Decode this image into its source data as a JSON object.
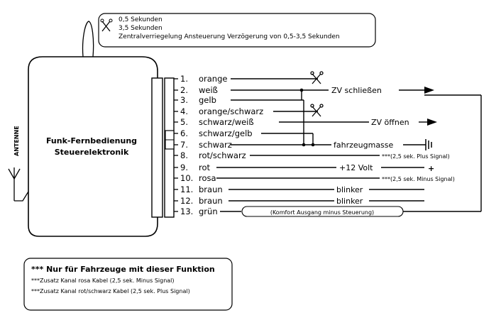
{
  "top_note": {
    "line1": "0,5 Sekunden",
    "line2": "3,5 Sekunden",
    "line3": "Zentralverriegelung Ansteuerung Verzögerung von 0,5-3,5 Sekunden"
  },
  "module": {
    "title_line1": "Funk-Fernbedienung",
    "title_line2": "Steuerelektronik",
    "antenna_label": "ANTENNE"
  },
  "pins": [
    {
      "number": "1.",
      "color": "orange"
    },
    {
      "number": "2.",
      "color": "weiß"
    },
    {
      "number": "3.",
      "color": "gelb"
    },
    {
      "number": "4.",
      "color": "orange/schwarz"
    },
    {
      "number": "5.",
      "color": "schwarz/weiß"
    },
    {
      "number": "6.",
      "color": "schwarz/gelb"
    },
    {
      "number": "7.",
      "color": "schwarz"
    },
    {
      "number": "8.",
      "color": "rot/schwarz"
    },
    {
      "number": "9.",
      "color": "rot"
    },
    {
      "number": "10.",
      "color": "rosa"
    },
    {
      "number": "11.",
      "color": "braun"
    },
    {
      "number": "12.",
      "color": "braun"
    },
    {
      "number": "13.",
      "color": "grün"
    }
  ],
  "wire_labels": {
    "zv_close": "ZV schließen",
    "zv_open": "ZV öffnen",
    "ground": "fahrzeugmasse",
    "plus_signal": "***(2,5 sek. Plus Signal)",
    "plus_12v": "+12 Volt",
    "plus_sign": "+",
    "minus_signal": "***(2,5 sek. Minus Signal)",
    "blinker_1": "blinker",
    "blinker_2": "blinker",
    "komfort": "(Komfort Ausgang  minus  Steuerung)"
  },
  "legend": {
    "line1": "*** Nur für Fahrzeuge mit dieser Funktion",
    "line2": "***Zusatz Kanal  rosa Kabel  (2,5 sek. Minus Signal)",
    "line3": "***Zusatz Kanal rot/schwarz Kabel (2,5 sek. Plus Signal)"
  }
}
